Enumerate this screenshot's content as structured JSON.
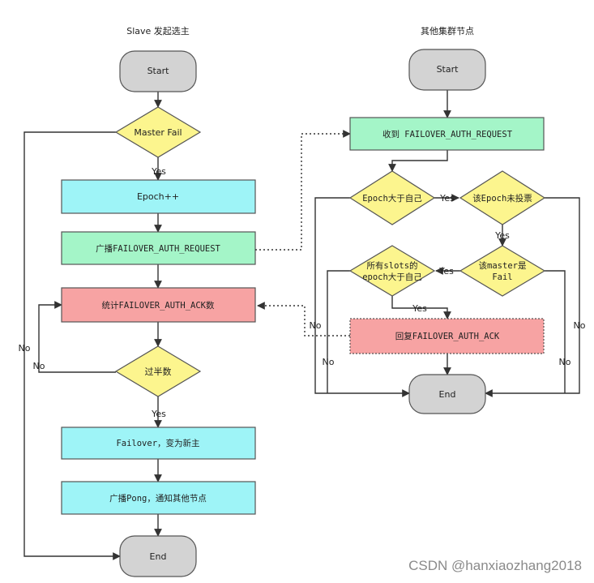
{
  "left_flow": {
    "title": "Slave 发起选主",
    "start": "Start",
    "master_fail": "Master Fail",
    "epoch_inc": "Epoch++",
    "broadcast_request": "广播FAILOVER_AUTH_REQUEST",
    "count_ack": "统计FAILOVER_AUTH_ACK数",
    "majority": "过半数",
    "failover": "Failover，变为新主",
    "broadcast_pong": "广播Pong，通知其他节点",
    "end": "End",
    "yes_after_fail": "Yes",
    "yes_after_majority": "Yes",
    "no_majority": "No",
    "no_fail": "No"
  },
  "right_flow": {
    "title": "其他集群节点",
    "start": "Start",
    "receive_request": "收到 FAILOVER_AUTH_REQUEST",
    "epoch_gt_self": "Epoch大于自己",
    "epoch_not_voted": "该Epoch未投票",
    "slots_epoch_line1": "所有slots的",
    "slots_epoch_line2": "epoch大于自己",
    "master_fail_line1": "该master是",
    "master_fail_line2": "Fail",
    "reply_ack": "回复FAILOVER_AUTH_ACK",
    "end": "End",
    "yes_epoch": "Yes",
    "yes_voted": "Yes",
    "yes_master": "Yes",
    "yes_slots": "Yes",
    "no_epoch": "No",
    "no_slots": "No",
    "no_master": "No",
    "no_voted": "No"
  },
  "watermark": "CSDN @hanxiaozhang2018",
  "colors": {
    "terminal": "#d3d3d3",
    "decision": "#fcf58e",
    "process_cyan": "#9ef4f7",
    "process_green": "#a4f5c8",
    "process_red": "#f7a3a3"
  }
}
